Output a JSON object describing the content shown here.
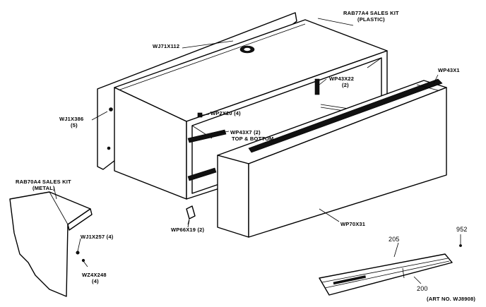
{
  "diagram": {
    "labels": {
      "sales_kit_plastic_line1": "RAB77A4 SALES KIT",
      "sales_kit_plastic_line2": "(PLASTIC)",
      "wj71x112": "WJ71X112",
      "wp43x22_line1": "WP43X22",
      "wp43x22_line2": "(2)",
      "wp43x1": "WP43X1",
      "wp2x20": "WP2X20 (4)",
      "wj1x386_line1": "WJ1X386",
      "wj1x386_line2": "(5)",
      "wp43x7_line1": "WP43X7 (2)",
      "wp43x7_line2": "TOP & BOTTOM",
      "sales_kit_metal_line1": "RAB70A4 SALES KIT",
      "sales_kit_metal_line2": "(METAL)",
      "wp66x19": "WP66X19 (2)",
      "wp70x31": "WP70X31",
      "wj1x257": "WJ1X257 (4)",
      "wz4x248_line1": "WZ4X248",
      "wz4x248_line2": "(4)",
      "part_952": "952",
      "part_205": "205",
      "part_200": "200",
      "art_no": "(ART NO. WJ8908)"
    }
  }
}
